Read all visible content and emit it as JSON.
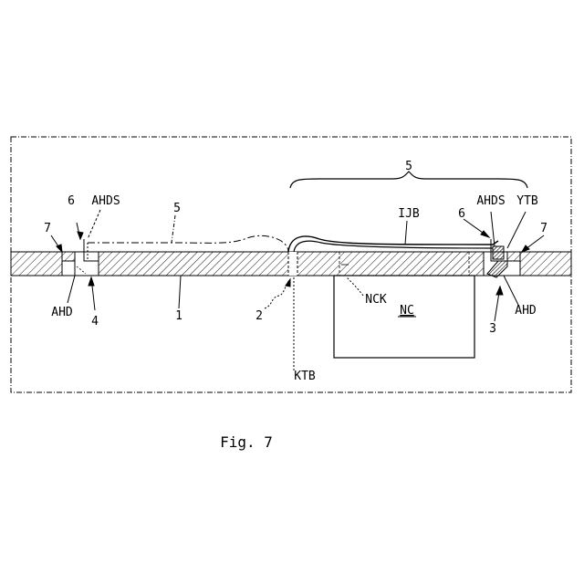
{
  "figure": {
    "caption": "Fig. 7"
  },
  "labels": {
    "five_top": "5",
    "five_left": "5",
    "ijb": "IJB",
    "six_left": "6",
    "ahds_left": "AHDS",
    "six_right": "6",
    "ahds_right": "AHDS",
    "ytb": "YTB",
    "seven_left": "7",
    "seven_right": "7",
    "ahd_left": "AHD",
    "ahd_right": "AHD",
    "four": "4",
    "one": "1",
    "two": "2",
    "three": "3",
    "ktb": "KTB",
    "nck": "NCK",
    "nc": "NC"
  }
}
